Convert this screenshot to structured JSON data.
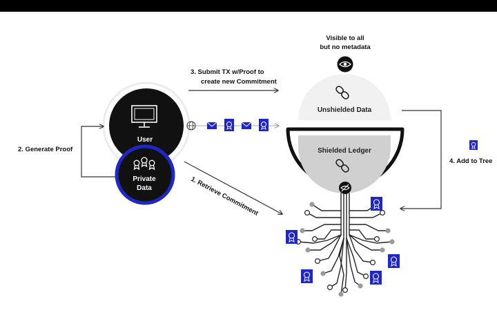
{
  "labels": {
    "visible_line1": "Visible to all",
    "visible_line2": "but no metadata",
    "step3_line1": "3. Submit TX w/Proof to",
    "step3_line2": "create new Commitment",
    "unshielded": "Unshielded Data",
    "shielded": "Shielded Ledger",
    "user": "User",
    "private_line1": "Private",
    "private_line2": "Data",
    "step2": "2. Generate Proof",
    "step1": "1. Retrieve Commitment",
    "step4": "4. Add to Tree"
  },
  "icons": {
    "eye": "eye-icon",
    "chain": "chain-link-icon",
    "monitor": "monitor-icon",
    "globe": "globe-icon",
    "envelope": "envelope-icon",
    "certificate": "certificate-icon",
    "ribbon": "award-ribbon-icon",
    "hidden": "eye-slash-icon"
  },
  "colors": {
    "accent_blue": "#1f27c9",
    "dark": "#111111",
    "top_bar": "#000000",
    "unshielded_fill": "#f0f0f0",
    "shielded_fill": "#cfcfcf",
    "node_gray": "#999999"
  }
}
